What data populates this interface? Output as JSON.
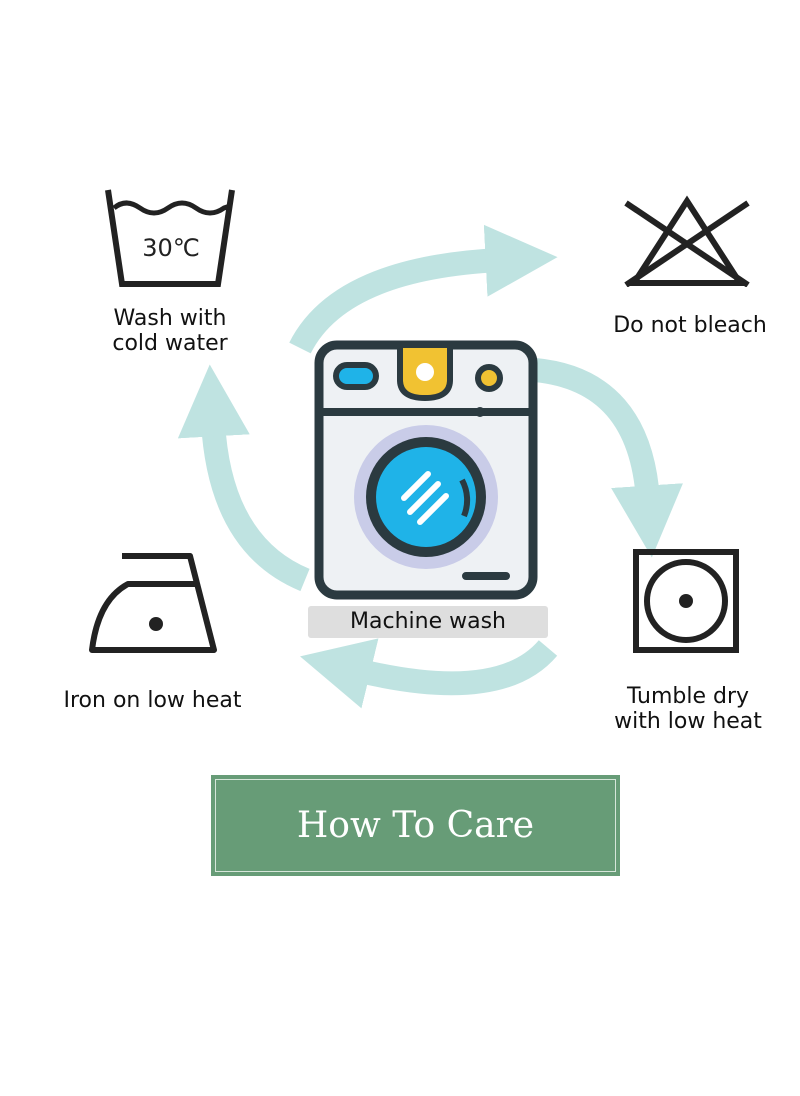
{
  "care": {
    "wash": {
      "temperature": "30℃",
      "label_line1": "Wash with",
      "label_line2": "cold water"
    },
    "bleach": {
      "label": "Do not bleach"
    },
    "dry": {
      "label_line1": "Tumble dry",
      "label_line2": "with low heat"
    },
    "iron": {
      "label": "Iron on low heat"
    },
    "machine": {
      "label": "Machine wash"
    }
  },
  "banner": {
    "title": "How To Care"
  },
  "colors": {
    "arrow": "#bfe3e1",
    "banner": "#679c77",
    "icon_dark": "#2b3a40",
    "drum_blue": "#1fb3e8",
    "accent_yellow": "#f1c232"
  }
}
